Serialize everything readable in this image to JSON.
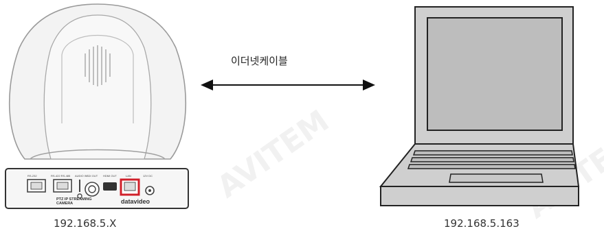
{
  "cable_label": "이더넷케이블",
  "camera": {
    "ip": "192.168.5.X",
    "panel_labels": [
      "RS-232",
      "RS-422 RS-485",
      "AUDIO IN",
      "SDI OUT",
      "HDMI OUT",
      "LAN",
      "12V DC"
    ],
    "model_line1": "PTZ IP STREAMING",
    "model_line2": "CAMERA",
    "brand": "datavideo",
    "highlight_color": "#d0202a"
  },
  "computer": {
    "ip": "192.168.5.163"
  },
  "watermark": "AVITEM",
  "icons": [
    "ptz-camera-icon",
    "laptop-icon",
    "double-arrow-icon"
  ]
}
